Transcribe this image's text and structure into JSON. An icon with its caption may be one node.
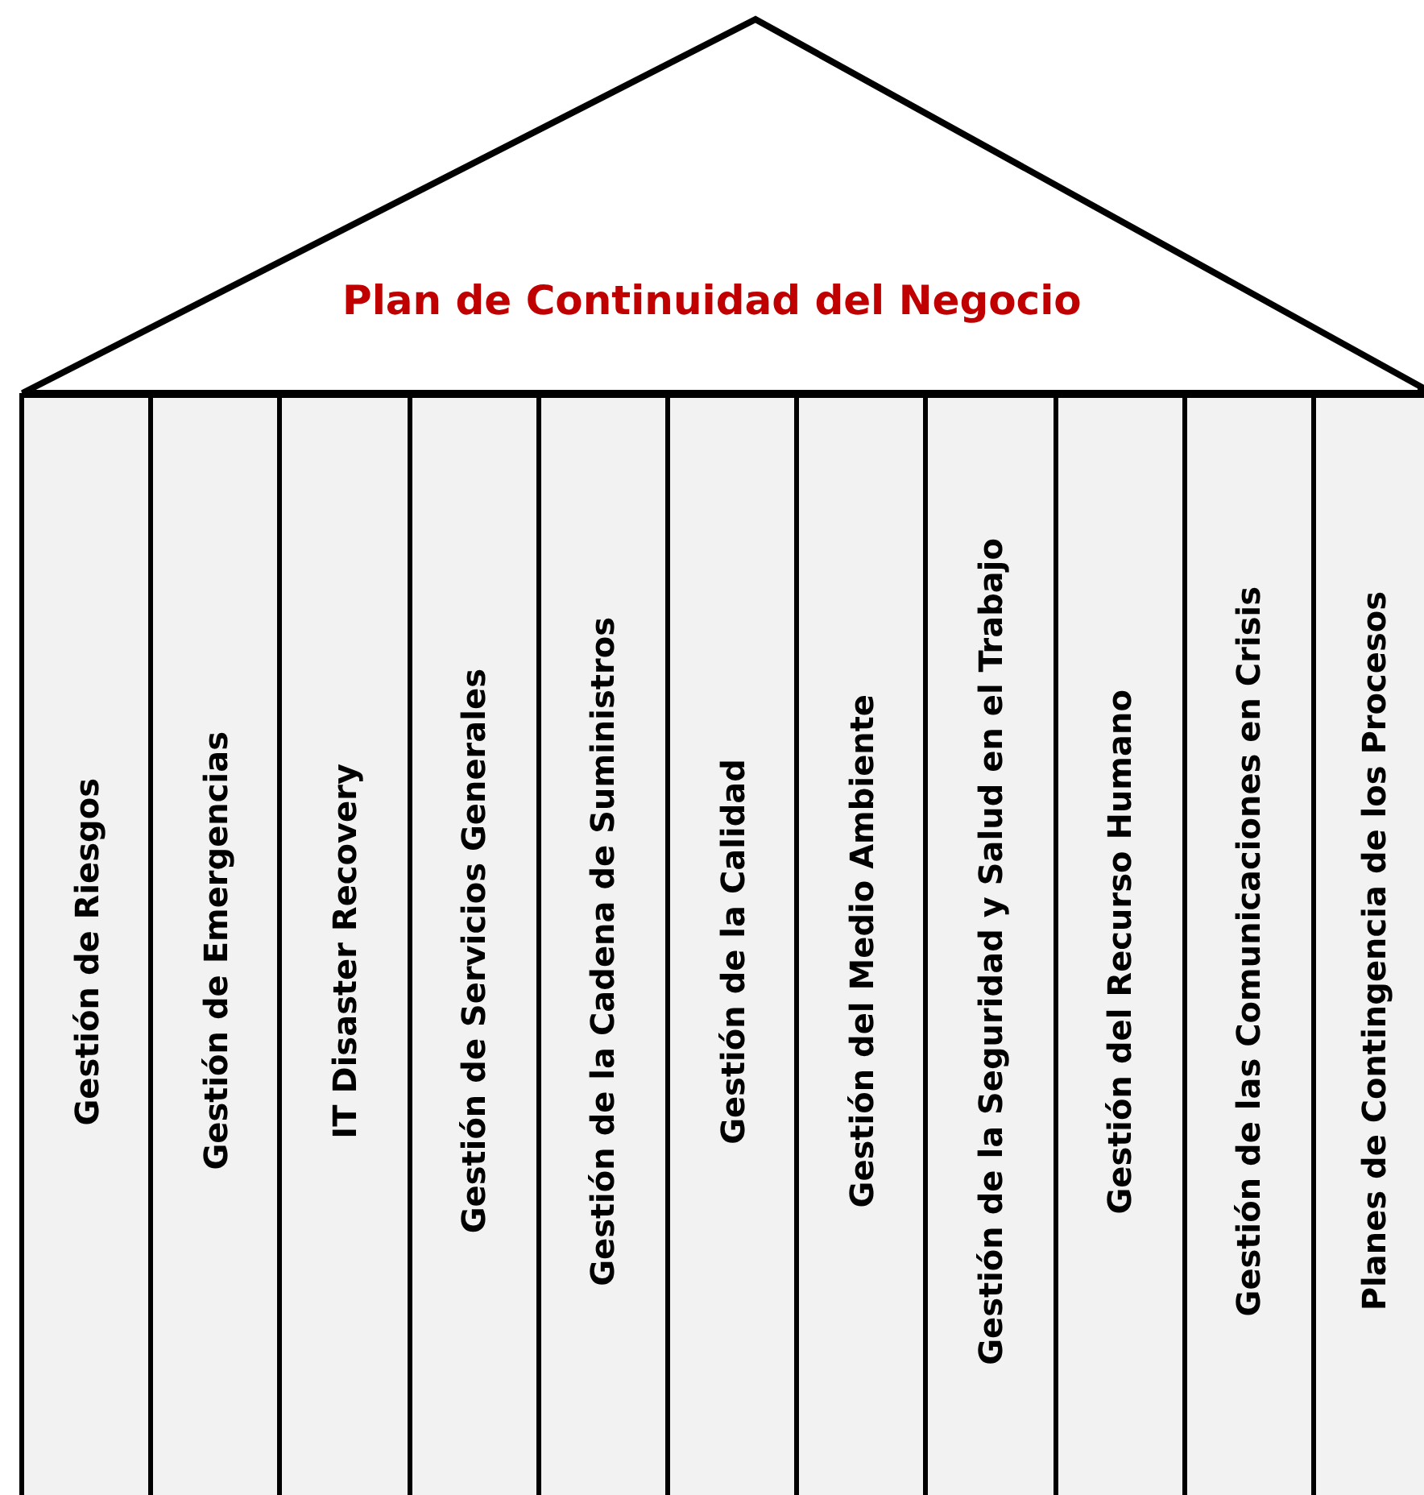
{
  "diagram": {
    "nodes": [
      {
        "text": [
          "Plan de Continuidad del Negocio"
        ]
      },
      {
        "text": [
          "Gestión de Riesgos"
        ]
      },
      {
        "text": [
          "Gestión de Emergencias"
        ]
      },
      {
        "text": [
          "IT Disaster Recovery"
        ]
      },
      {
        "text": [
          "Gestión de Servicios Generales"
        ]
      },
      {
        "text": [
          "Gestión de la Cadena de Suministros"
        ]
      },
      {
        "text": [
          "Gestión de la Calidad"
        ]
      },
      {
        "text": [
          "Gestión del Medio Ambiente"
        ]
      },
      {
        "text": [
          "Gestión de la Seguridad y Salud en el Trabajo"
        ]
      },
      {
        "text": [
          "Gestión del Recurso Humano"
        ]
      },
      {
        "text": [
          "Gestión de las Comunicaciones en Crisis"
        ]
      },
      {
        "text": [
          "Planes de Contingencia de los Procesos"
        ]
      }
    ]
  }
}
